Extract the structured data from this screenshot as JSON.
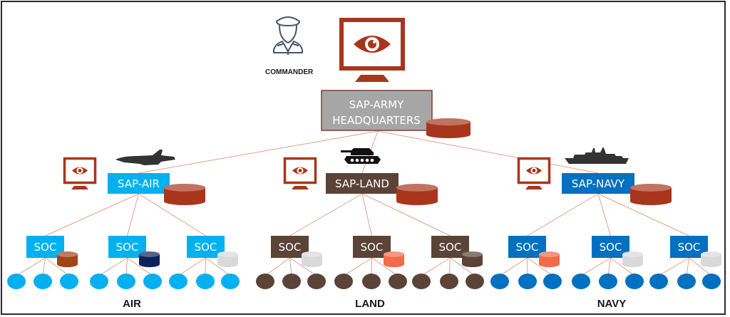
{
  "colors": {
    "accent": "#a8361c",
    "line": "#e2a08c",
    "hq_box": "#a6a6a6",
    "hq_box_border": "#7f3f34",
    "air": "#00b0f0",
    "land": "#5b4338",
    "navy": "#0070c0",
    "icon_dark": "#333333",
    "commander_stroke": "#44546a"
  },
  "commander": {
    "label": "COMMANDER",
    "icon": "commander-officer-icon"
  },
  "hq": {
    "line1": "SAP-ARMY",
    "line2": "HEADQUARTERS",
    "icon": "monitor-eye-icon",
    "db_color": "#a8361c"
  },
  "branches": [
    {
      "key": "air",
      "name": "SAP-AIR",
      "vehicle_icon": "fighter-jet-icon",
      "color": "#00b0f0",
      "db_color": "#a8361c",
      "footer": "AIR",
      "socs": [
        {
          "label": "SOC",
          "db_color": "#a0441a",
          "nodes": 3
        },
        {
          "label": "SOC",
          "db_color": "#0d2159",
          "nodes": 3
        },
        {
          "label": "SOC",
          "db_color": "#d9d9d9",
          "nodes": 3
        }
      ]
    },
    {
      "key": "land",
      "name": "SAP-LAND",
      "vehicle_icon": "tank-icon",
      "color": "#5b4338",
      "db_color": "#a8361c",
      "footer": "LAND",
      "socs": [
        {
          "label": "SOC",
          "db_color": "#d9d9d9",
          "nodes": 3
        },
        {
          "label": "SOC",
          "db_color": "#f26b4a",
          "nodes": 3
        },
        {
          "label": "SOC",
          "db_color": "#5b4338",
          "nodes": 3
        }
      ]
    },
    {
      "key": "navy",
      "name": "SAP-NAVY",
      "vehicle_icon": "warship-icon",
      "color": "#0070c0",
      "db_color": "#a8361c",
      "footer": "NAVY",
      "socs": [
        {
          "label": "SOC",
          "db_color": "#f26b4a",
          "nodes": 3
        },
        {
          "label": "SOC",
          "db_color": "#d9d9d9",
          "nodes": 3
        },
        {
          "label": "SOC",
          "db_color": "#d9d9d9",
          "nodes": 3
        }
      ]
    }
  ]
}
